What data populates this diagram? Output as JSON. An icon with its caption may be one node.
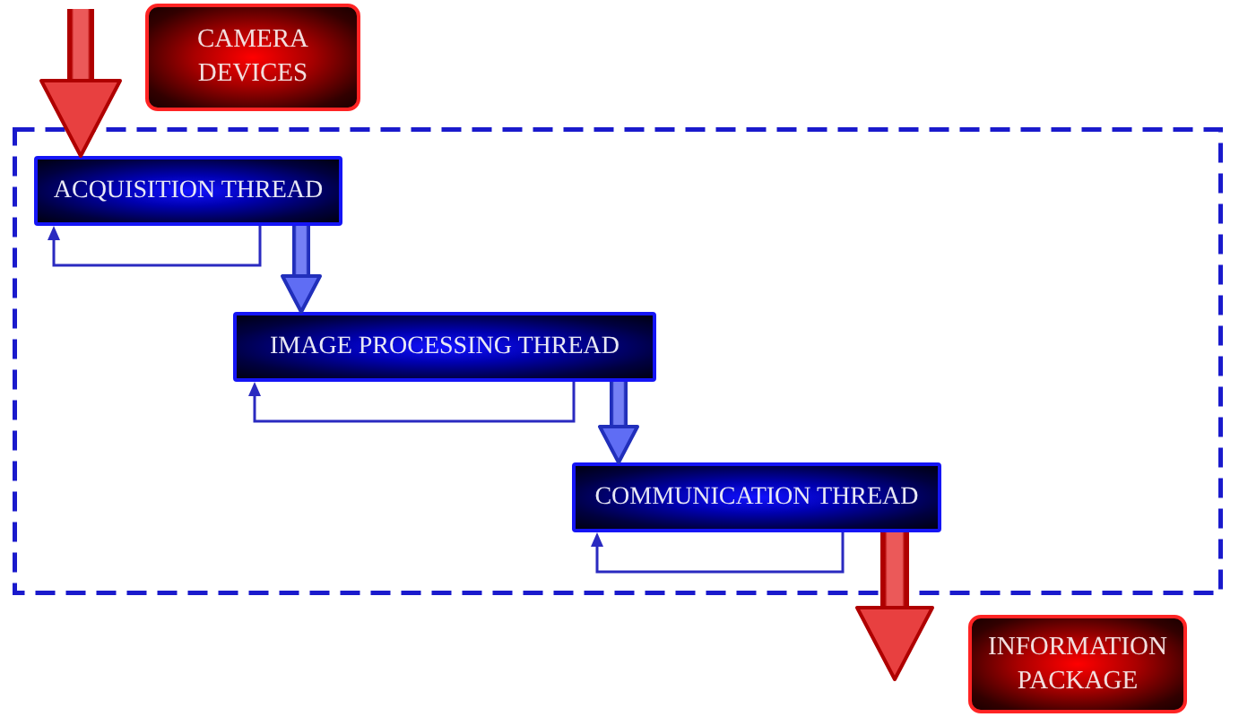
{
  "diagram": {
    "nodes": [
      {
        "text": [
          "CAMERA DEVICES"
        ]
      },
      {
        "text": [],
        "shape": "box"
      },
      {
        "text": [
          "ACQUISITION THREAD"
        ],
        "in": 1
      },
      {
        "text": [
          "IMAGE PROCESSING THREAD"
        ],
        "in": 1
      },
      {
        "text": [
          "COMMUNICATION THREAD"
        ],
        "in": 1
      },
      {
        "text": [
          "INFORMATION PACKAGE"
        ]
      }
    ],
    "edges": [
      {
        "from": null,
        "to": 2,
        "arrow": "to",
        "style": "thick",
        "color": "#e00000"
      },
      {
        "from": 2,
        "to": 2,
        "arrow": "to"
      },
      {
        "from": 2,
        "to": 3,
        "arrow": "to",
        "style": "thick",
        "color": "#2a3cf0"
      },
      {
        "from": 3,
        "to": 3,
        "arrow": "to"
      },
      {
        "from": 3,
        "to": 4,
        "arrow": "to",
        "style": "thick",
        "color": "#2a3cf0"
      },
      {
        "from": 4,
        "to": 4,
        "arrow": "to"
      },
      {
        "from": 4,
        "to": 5,
        "arrow": "to",
        "style": "thick",
        "color": "#e00000"
      }
    ]
  }
}
